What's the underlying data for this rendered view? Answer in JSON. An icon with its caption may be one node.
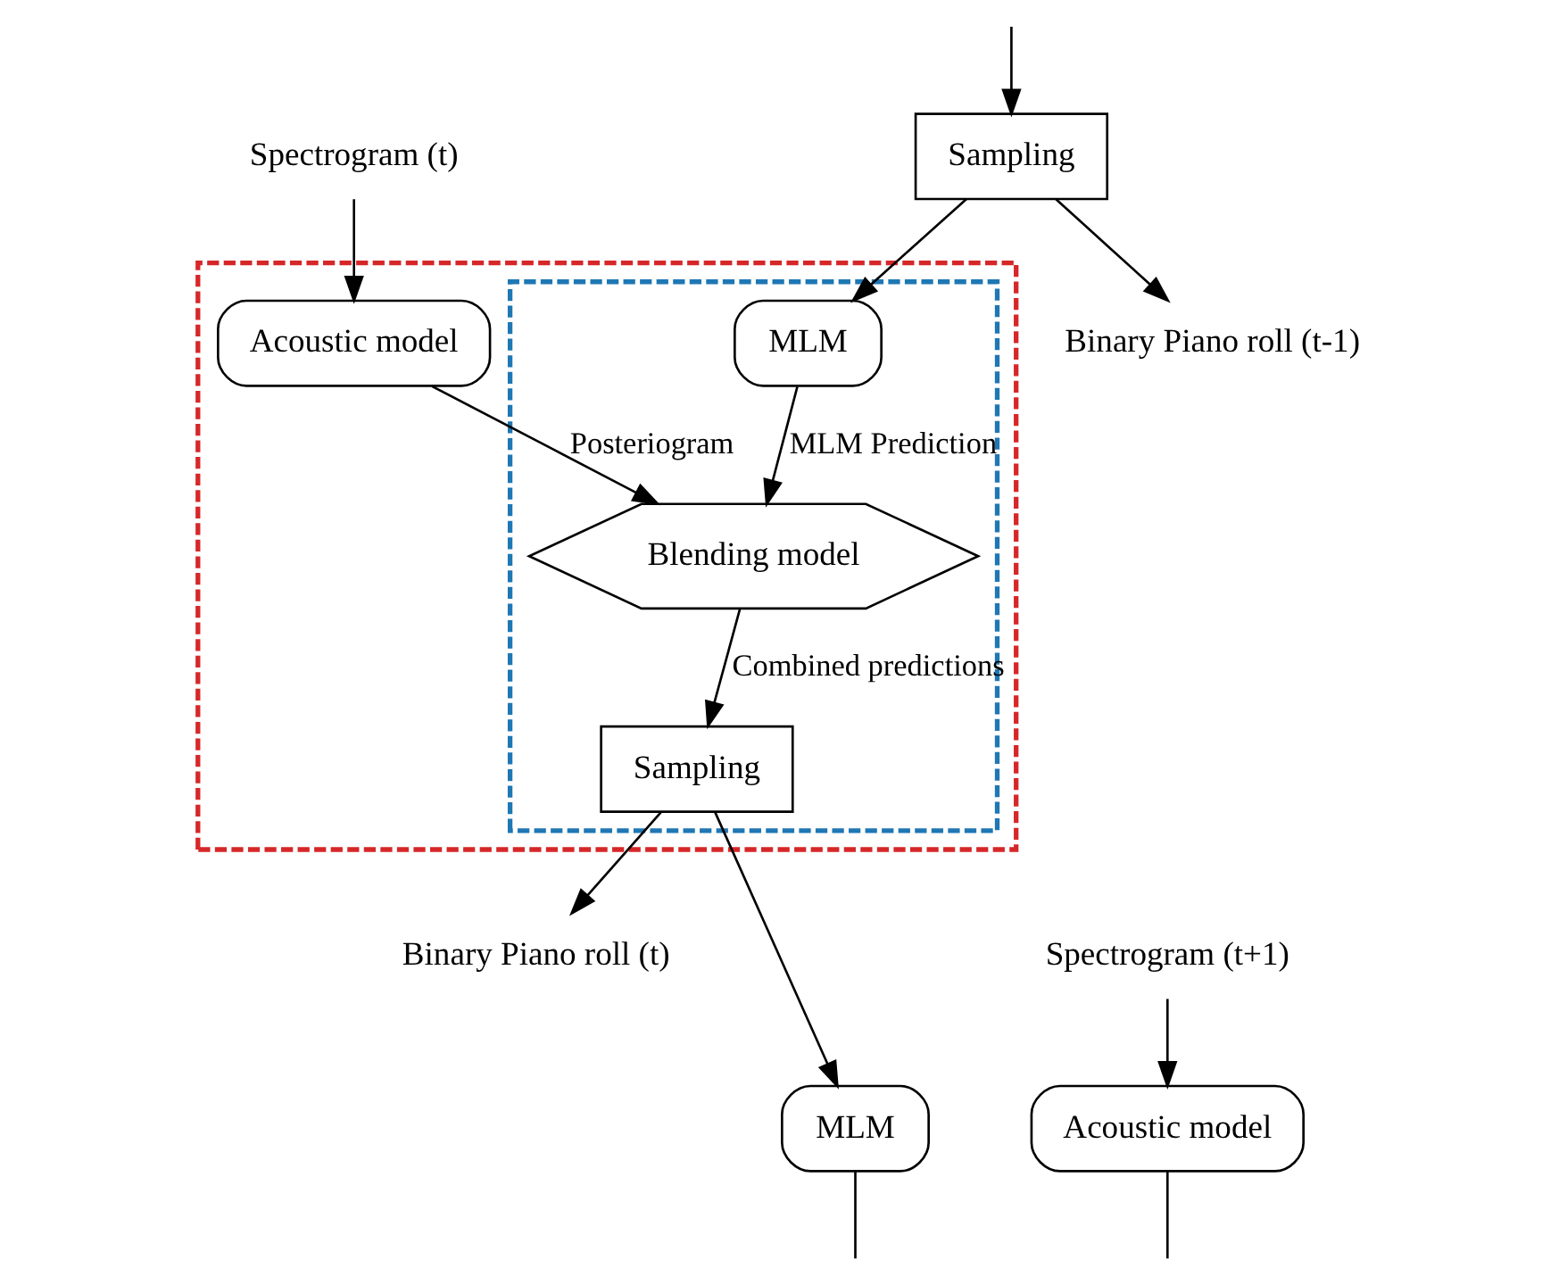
{
  "diagram": {
    "nodes": [
      {
        "text": [
          "Sampling"
        ]
      },
      {
        "text": [
          "Spectrogram (t)"
        ]
      },
      {
        "text": [
          "Binary Piano roll (t-1)"
        ]
      },
      {
        "text": [],
        "shape": "box"
      },
      {
        "text": [],
        "shape": "box",
        "in": 3
      },
      {
        "text": [
          "Acoustic model"
        ],
        "in": 3
      },
      {
        "text": [
          "MLM"
        ],
        "in": 4
      },
      {
        "text": [
          "Blending model"
        ],
        "in": 4
      },
      {
        "text": [
          "Sampling"
        ],
        "in": 4
      },
      {
        "text": [
          "Spectrogram (t+1)"
        ]
      },
      {
        "text": [
          "Binary Piano roll (t)"
        ]
      },
      {
        "text": [
          "Acoustic model"
        ]
      },
      {
        "text": [
          "MLM"
        ]
      }
    ],
    "edges": [
      {
        "from": null,
        "to": 0,
        "arrow": "to"
      },
      {
        "from": 0,
        "to": 2,
        "arrow": "to"
      },
      {
        "from": 0,
        "to": 6,
        "arrow": "to"
      },
      {
        "from": 1,
        "to": 5,
        "arrow": "to"
      },
      {
        "from": 5,
        "to": 7,
        "arrow": "to",
        "label": "Posteriogram"
      },
      {
        "from": 6,
        "to": 7,
        "arrow": "to",
        "label": "MLM Prediction"
      },
      {
        "from": 7,
        "to": 8,
        "arrow": "to",
        "label": "Combined predictions"
      },
      {
        "from": 8,
        "to": 10,
        "arrow": "to"
      },
      {
        "from": 8,
        "to": 12,
        "arrow": "to"
      },
      {
        "from": 9,
        "to": 11,
        "arrow": "to"
      },
      {
        "from": 11,
        "to": null,
        "arrow": "none"
      },
      {
        "from": 12,
        "to": null,
        "arrow": "none"
      }
    ]
  }
}
